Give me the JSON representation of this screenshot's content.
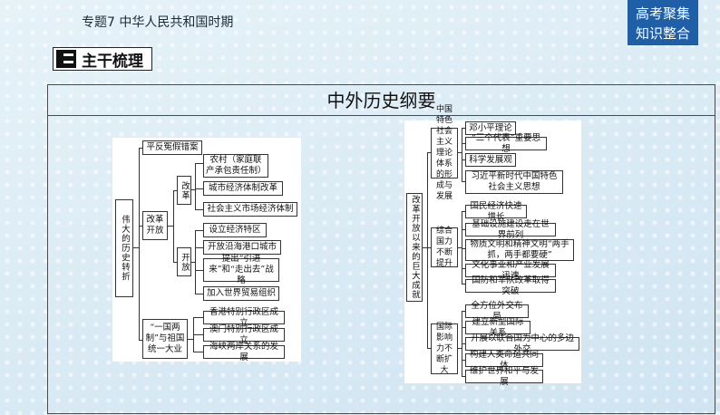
{
  "header": {
    "topic": "专题7  中华人民共和国时期",
    "badge_line1": "高考聚集",
    "badge_line2": "知识整合",
    "section": "主干梳理"
  },
  "frame": {
    "title": "中外历史纲要"
  },
  "left_map": {
    "root": "伟大的历史转折",
    "item_top": "平反冤假错案",
    "reform_open": "改革开放",
    "reform": "改革",
    "reform_items": [
      "农村（家庭联产承包责任制）",
      "城市经济体制改革",
      "社会主义市场经济体制"
    ],
    "open": "开放",
    "open_items": [
      "设立经济特区",
      "开放沿海港口城市",
      "提出“引进来”和“走出去”战略",
      "加入世界贸易组织"
    ],
    "unify": "“一国两制”与祖国统一大业",
    "unify_items": [
      "香港特别行政区成立",
      "澳门特别行政区成立",
      "海峡两岸关系的发展"
    ]
  },
  "right_map": {
    "root": "改革开放以来的巨大成就",
    "theory": "中国特色社会主义理论体系的形成与发展",
    "theory_items": [
      "邓小平理论",
      "“三个代表”重要思想",
      "科学发展观",
      "习近平新时代中国特色社会主义思想"
    ],
    "power": "综合国力不断提升",
    "power_items": [
      "国民经济快速增长",
      "基础设施建设走在世界前列",
      "物质文明和精神文明“两手抓，两手都要硬”",
      "文化事业和产业发展迅速",
      "国防和军队改革取得突破"
    ],
    "intl": "国际影响力不断扩大",
    "intl_items": [
      "全方位外交布局",
      "建立新型国际关系",
      "开展以联合国为中心的多边外交",
      "构建人类命运共同体",
      "维护世界和平与发展"
    ]
  }
}
